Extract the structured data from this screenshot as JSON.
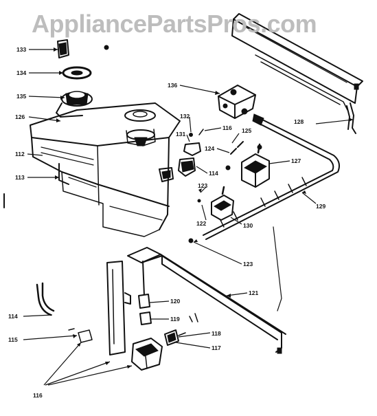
{
  "watermark": "AppliancePartsPros.com",
  "callouts": {
    "c133a": "133",
    "c134": "134",
    "c135": "135",
    "c126": "126",
    "c112": "112",
    "c113": "113",
    "c136": "136",
    "c132": "132",
    "c131": "131",
    "c116top": "116",
    "c125": "125",
    "c124": "124",
    "c114top": "114",
    "c127": "127",
    "c128": "128",
    "c123": "123",
    "c122": "122",
    "c129": "129",
    "c130": "130",
    "c133b": "123",
    "c121": "121",
    "c120": "120",
    "c119": "119",
    "c118": "118",
    "c117": "117",
    "c114": "114",
    "c115": "115",
    "c116": "116"
  }
}
